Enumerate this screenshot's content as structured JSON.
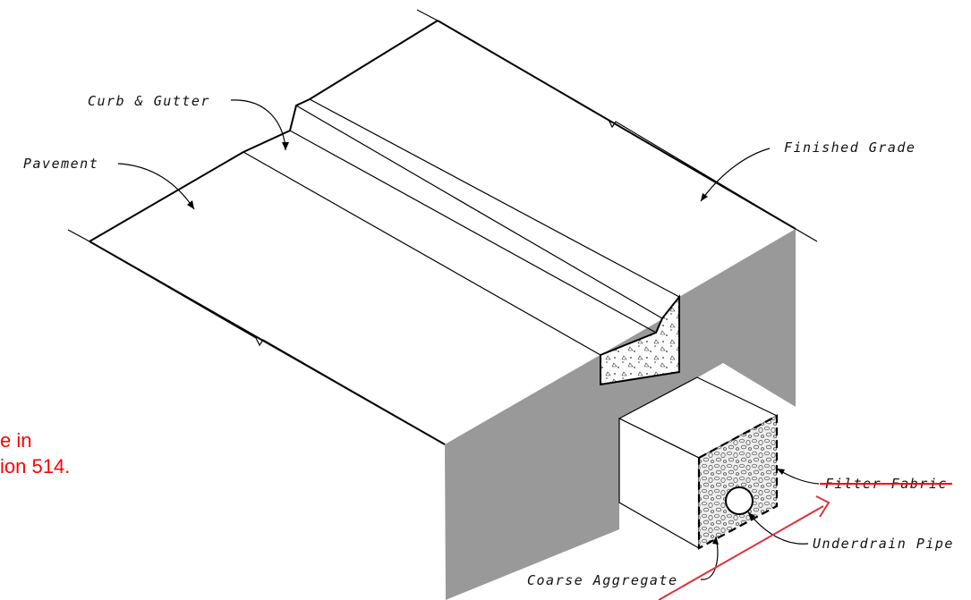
{
  "labels": {
    "curb_gutter": "Curb & Gutter",
    "pavement": "Pavement",
    "finished_grade": "Finished Grade",
    "filter_fabric": "Filter Fabric",
    "underdrain_pipe": "Underdrain Pipe",
    "coarse_aggregate": "Coarse Aggregate"
  },
  "note": {
    "line1": "e in",
    "line2": "ion 514."
  },
  "colors": {
    "earth_section": "#999999",
    "markup_red": "#ff0000",
    "markup_arrow": "#e0303c",
    "line": "#000000"
  }
}
